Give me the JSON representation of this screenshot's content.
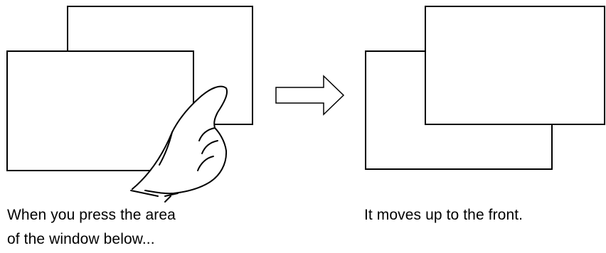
{
  "captions": {
    "left_line_1": "When you press the area",
    "left_line_2": "of the window below...",
    "right_line_1": "It moves up to the front."
  },
  "icons": {
    "arrow": "right-arrow-icon",
    "pointer": "pointing-hand-icon"
  },
  "colors": {
    "line": "#000000",
    "window_fill": "#ffffff",
    "background": "#ffffff"
  }
}
